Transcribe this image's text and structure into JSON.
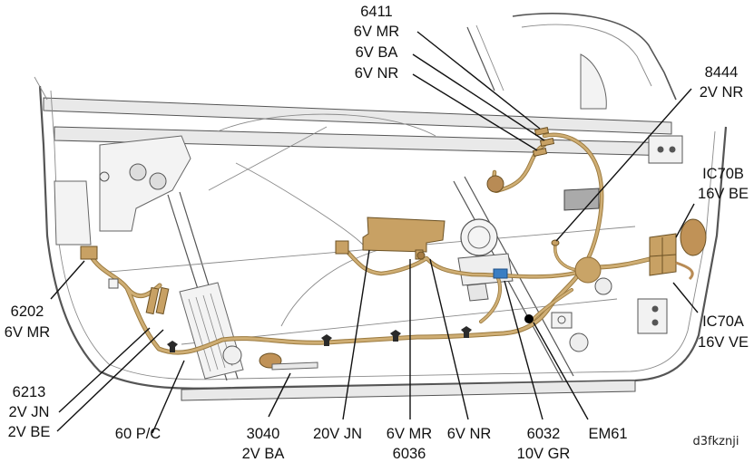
{
  "diagram": {
    "title": "Door wiring harness connector locations",
    "reference_code": "d3fkznji",
    "colors": {
      "harness": "#c9a467",
      "harness_edge": "#9b7a3f",
      "connector": "#c8a164",
      "connector_dark": "#8e6c36",
      "blue_connector": "#3a7ec3",
      "ground_point": "#000000",
      "line_art": "#555555"
    },
    "callouts": [
      {
        "id": "6411",
        "lines": [
          "6411",
          "6V MR",
          "6V BA",
          "6V NR"
        ],
        "position": "top-center",
        "target": "upper window regulator connectors"
      },
      {
        "id": "8444",
        "lines": [
          "8444",
          "2V NR"
        ],
        "position": "top-right",
        "target": "small connector near lock"
      },
      {
        "id": "IC70B",
        "lines": [
          "IC70B",
          "16V BE"
        ],
        "position": "right",
        "target": "door-to-body connector B"
      },
      {
        "id": "IC70A",
        "lines": [
          "IC70A",
          "16V VE"
        ],
        "position": "right",
        "target": "door-to-body connector A"
      },
      {
        "id": "6202",
        "lines": [
          "6202",
          "6V MR"
        ],
        "position": "left",
        "target": "mirror connector"
      },
      {
        "id": "6213",
        "lines": [
          "6213",
          "2V JN",
          "2V BE"
        ],
        "position": "bottom-left",
        "target": "twin speaker connectors"
      },
      {
        "id": "60PC",
        "lines": [
          "60 P/C"
        ],
        "position": "bottom-left",
        "target": "harness clip"
      },
      {
        "id": "3040",
        "lines": [
          "3040",
          "2V BA"
        ],
        "position": "bottom",
        "target": "speaker connector"
      },
      {
        "id": "20VJN",
        "lines": [
          "20V JN"
        ],
        "position": "bottom",
        "target": "switch module connector"
      },
      {
        "id": "6036",
        "lines": [
          "6V MR",
          "6036"
        ],
        "position": "bottom",
        "target": "window motor connector"
      },
      {
        "id": "6VNR",
        "lines": [
          "6V NR"
        ],
        "position": "bottom",
        "target": "window motor secondary connector"
      },
      {
        "id": "6032",
        "lines": [
          "6032",
          "10V GR"
        ],
        "position": "bottom-right",
        "target": "blue lock connector"
      },
      {
        "id": "EM61",
        "lines": [
          "EM61"
        ],
        "position": "bottom-right",
        "target": "ground point"
      }
    ]
  }
}
